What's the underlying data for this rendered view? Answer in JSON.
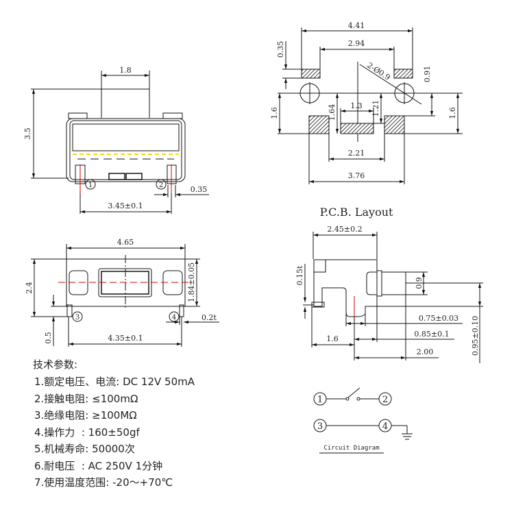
{
  "front_view": {
    "dim_actuator_width": "1.8",
    "dim_height": "3.5",
    "dim_pin_pitch": "3.45±0.1",
    "dim_pin_width": "0.35",
    "pin_1": "1",
    "pin_2": "2"
  },
  "pcb_layout": {
    "title": "P.C.B. Layout",
    "dim_outer": "4.41",
    "dim_inner": "2.94",
    "dim_pad_height": "0.35",
    "dim_holes": "2-Ø0.9",
    "dim_offset": "0.91",
    "dim_left": "1.6",
    "dim_right": "1.6",
    "dim_164": "1.64",
    "dim_13": "1.3",
    "dim_121": "1.21",
    "dim_221": "2.21",
    "dim_376": "3.76"
  },
  "top_view": {
    "dim_width": "4.65",
    "dim_height": "2.4",
    "dim_body": "1.84±0.05",
    "dim_leg": "0.5",
    "dim_thickness": "0.2t",
    "dim_pitch": "4.35±0.1",
    "pin_3": "3",
    "pin_4": "4"
  },
  "side_view": {
    "dim_depth": "2.45±0.2",
    "dim_thick": "0.15t",
    "dim_plunger": "0.9",
    "dim_095": "0.95±0.10",
    "dim_075": "0.75±0.03",
    "dim_085": "0.85±0.1",
    "dim_16": "1.6",
    "dim_200": "2.00"
  },
  "specs": {
    "title": "技术参数:",
    "items": [
      "1.额定电压、电流: DC 12V 50mA",
      "2.接触电阻: ≤100mΩ",
      "3.绝缘电阻: ≥100MΩ",
      "4.操作力  : 160±50gf",
      "5.机械寿命: 50000次",
      "6.耐电压  : AC 250V 1分钟",
      "7.使用温度范围: -20～+70℃"
    ]
  },
  "circuit": {
    "title": "Circuit Diagram",
    "pin_1": "1",
    "pin_2": "2",
    "pin_3": "3",
    "pin_4": "4"
  },
  "colors": {
    "line": "#111111",
    "center_line": "#cc0000",
    "highlight": "#f0e000"
  }
}
